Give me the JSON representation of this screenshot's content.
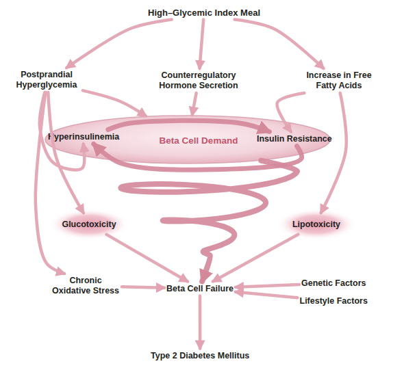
{
  "diagram": {
    "nodes": [
      {
        "text": [
          "High–Glycemic Index Meal"
        ]
      },
      {
        "text": [
          "Postprandial Hyperglycemia"
        ]
      },
      {
        "text": [
          "Counterregulatory Hormone Secretion"
        ]
      },
      {
        "text": [
          "Increase in Free Fatty Acids"
        ]
      },
      {
        "text": [
          "Beta Cell Demand"
        ]
      },
      {
        "text": [
          "Hyperinsulinemia"
        ],
        "in": 4
      },
      {
        "text": [
          "Insulin Resistance"
        ],
        "in": 4
      },
      {
        "text": [
          "Glucotoxicity"
        ]
      },
      {
        "text": [
          "Lipotoxicity"
        ]
      },
      {
        "text": [
          "Chronic Oxidative Stress"
        ]
      },
      {
        "text": [
          "Beta Cell Failure"
        ]
      },
      {
        "text": [
          "Genetic Factors"
        ]
      },
      {
        "text": [
          "Lifestyle Factors"
        ]
      },
      {
        "text": [
          "Type 2 Diabetes Mellitus"
        ]
      }
    ],
    "edges": [
      {
        "from": 0,
        "to": 1,
        "arrow": "to"
      },
      {
        "from": 0,
        "to": 2,
        "arrow": "to"
      },
      {
        "from": 0,
        "to": 3,
        "arrow": "to"
      },
      {
        "from": 1,
        "to": 4,
        "arrow": "to"
      },
      {
        "from": 2,
        "to": 4,
        "arrow": "to"
      },
      {
        "from": 3,
        "to": 6,
        "arrow": "to"
      },
      {
        "from": 1,
        "to": 5,
        "arrow": "to"
      },
      {
        "from": 5,
        "to": 6,
        "arrow": "to"
      },
      {
        "from": 6,
        "to": 5,
        "arrow": "to"
      },
      {
        "from": 1,
        "to": 7,
        "arrow": "to"
      },
      {
        "from": 1,
        "to": 9,
        "arrow": "to"
      },
      {
        "from": 3,
        "to": 8,
        "arrow": "to"
      },
      {
        "from": 4,
        "to": 10,
        "arrow": "to"
      },
      {
        "from": 7,
        "to": 10,
        "arrow": "to"
      },
      {
        "from": 9,
        "to": 10,
        "arrow": "to"
      },
      {
        "from": 8,
        "to": 10,
        "arrow": "to"
      },
      {
        "from": 11,
        "to": 10,
        "arrow": "to"
      },
      {
        "from": 12,
        "to": 10,
        "arrow": "to"
      },
      {
        "from": 10,
        "to": 13,
        "arrow": "to"
      }
    ]
  }
}
